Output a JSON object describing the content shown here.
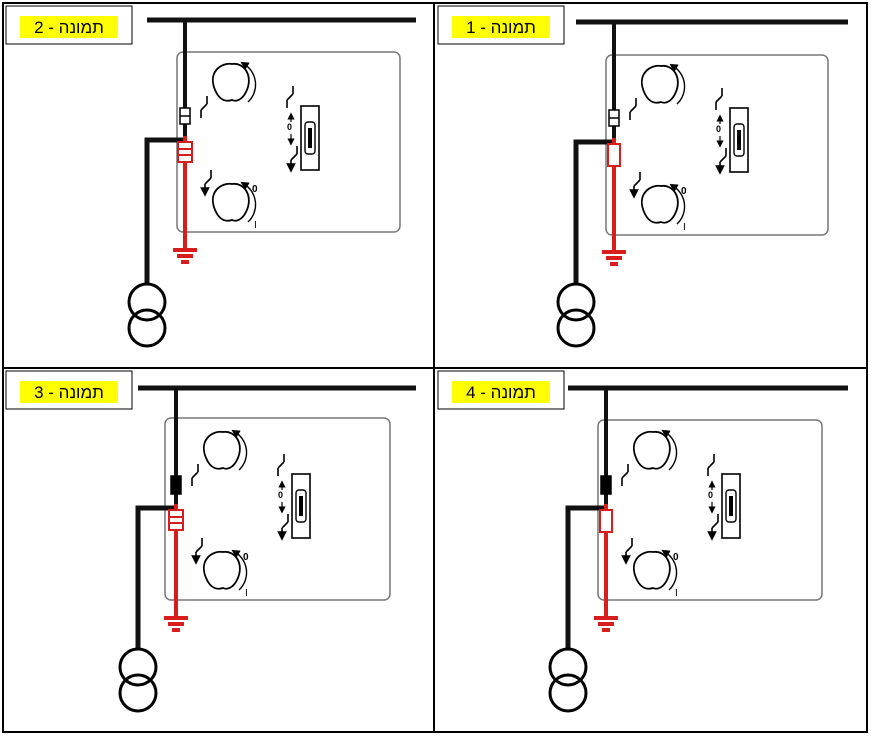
{
  "panels": [
    {
      "label": "תמונה - 2",
      "position": "top-left",
      "grounding_closed": true,
      "breaker_state": "open"
    },
    {
      "label": "תמונה - 1",
      "position": "top-right",
      "grounding_closed": false,
      "breaker_state": "open"
    },
    {
      "label": "תמונה - 3",
      "position": "bottom-left",
      "grounding_closed": true,
      "breaker_state": "closed"
    },
    {
      "label": "תמונה - 4",
      "position": "bottom-right",
      "grounding_closed": false,
      "breaker_state": "closed"
    }
  ],
  "handle_markings": {
    "zero": "0",
    "one": "I"
  },
  "colors": {
    "energized": "#d81d1d",
    "conductor": "#111111",
    "label_highlight": "#ffff00",
    "frame": "#000000",
    "panel_outline": "#777777"
  }
}
